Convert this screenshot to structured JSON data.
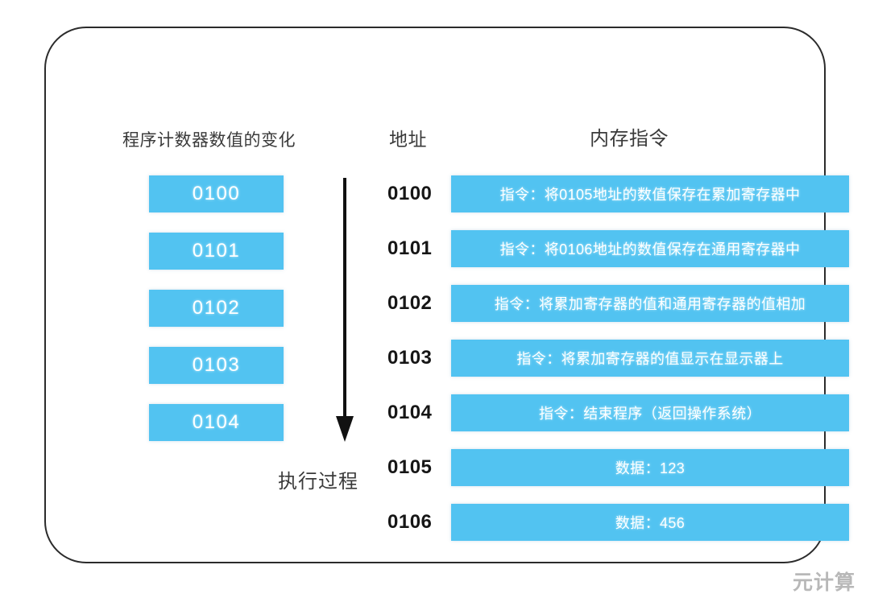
{
  "diagram": {
    "headers": {
      "program_counter": "程序计数器数值的变化",
      "address": "地址",
      "memory_instruction": "内存指令"
    },
    "execution_label": "执行过程",
    "arrow_icon": "down-arrow-icon",
    "program_counter_values": [
      "0100",
      "0101",
      "0102",
      "0103",
      "0104"
    ],
    "memory_rows": [
      {
        "address": "0100",
        "content": "指令：将0105地址的数值保存在累加寄存器中"
      },
      {
        "address": "0101",
        "content": "指令：将0106地址的数值保存在通用寄存器中"
      },
      {
        "address": "0102",
        "content": "指令：将累加寄存器的值和通用寄存器的值相加"
      },
      {
        "address": "0103",
        "content": "指令：将累加寄存器的值显示在显示器上"
      },
      {
        "address": "0104",
        "content": "指令：结束程序（返回操作系统）"
      },
      {
        "address": "0105",
        "content": "数据：123"
      },
      {
        "address": "0106",
        "content": "数据：456"
      }
    ],
    "colors": {
      "box_blue": "#52c3f1",
      "border_dark": "#2b2b2b",
      "text_dark": "#161616",
      "watermark_gray": "#b8b8b8",
      "background": "#ffffff"
    }
  },
  "watermark": "元计算"
}
